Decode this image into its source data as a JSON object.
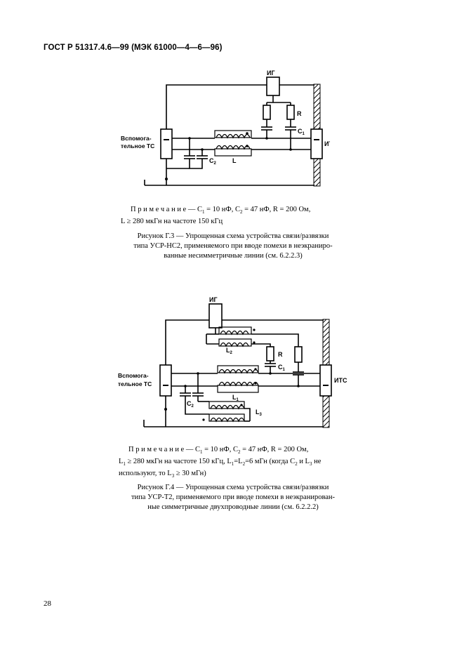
{
  "header": {
    "title": "ГОСТ Р 51317.4.6—99 (МЭК 61000—4—6—96)"
  },
  "figure3": {
    "labels": {
      "ig": "ИГ",
      "aux_line1": "Вспомога-",
      "aux_line2": "тельное ТС",
      "itc": "ИТС",
      "r": "R",
      "c1_main": "C",
      "c1_sub": "1",
      "c2_main": "C",
      "c2_sub": "2",
      "l": "L"
    },
    "note": {
      "lead": "П р и м е ч а н и е — C",
      "s1": "1",
      "t1": " = 10  нФ,  C",
      "s2": "2",
      "t2": " = 47  нФ,  R = 200 Ом,",
      "line2": "L ≥ 280 мкГн на частоте 150 кГц"
    },
    "caption": {
      "line1": "Рисунок Г.3 — Упрощенная схема устройства связи/развязки",
      "line2": "типа УСР-НС2, применяемого при вводе помехи в неэкраниро-",
      "line3": "ванные несимметричные линии (см. 6.2.2.3)"
    }
  },
  "figure4": {
    "labels": {
      "ig": "ИГ",
      "aux_line1": "Вспомога-",
      "aux_line2": "тельное ТС",
      "itc": "ИТС",
      "r": "R",
      "c1_main": "C",
      "c1_sub": "1",
      "c2_main": "C",
      "c2_sub": "2",
      "l1_main": "L",
      "l1_sub": "1",
      "l2_main": "L",
      "l2_sub": "2",
      "l3_main": "L",
      "l3_sub": "3"
    },
    "note": {
      "lead": "П р и м е ч а н и е — C",
      "s1": "1",
      "t1": " = 10  нФ,  C",
      "s2": "2",
      "t2": " = 47  нФ,  R = 200 Ом,",
      "l2a": "L",
      "l2s1": "1",
      "l2b": " ≥ 280 мкГн на частоте 150 кГц, L",
      "l2s2": "1",
      "l2c": "=L",
      "l2s3": "2",
      "l2d": "=6 мГн (когда C",
      "l2s4": "2",
      "l2e": " и L",
      "l2s5": "3",
      "l2f": " не",
      "l3a": "используют, то L",
      "l3s1": "3",
      "l3b": " ≥ 30 мГн)"
    },
    "caption": {
      "line1": "Рисунок Г.4 — Упрощенная схема устройства связи/развязки",
      "line2": "типа УСР-Т2, применяемого при вводе помехи в неэкранирован-",
      "line3": "ные симметричные  двухпроводные линии (см. 6.2.2.2)"
    }
  },
  "footer": {
    "page_number": "28"
  }
}
